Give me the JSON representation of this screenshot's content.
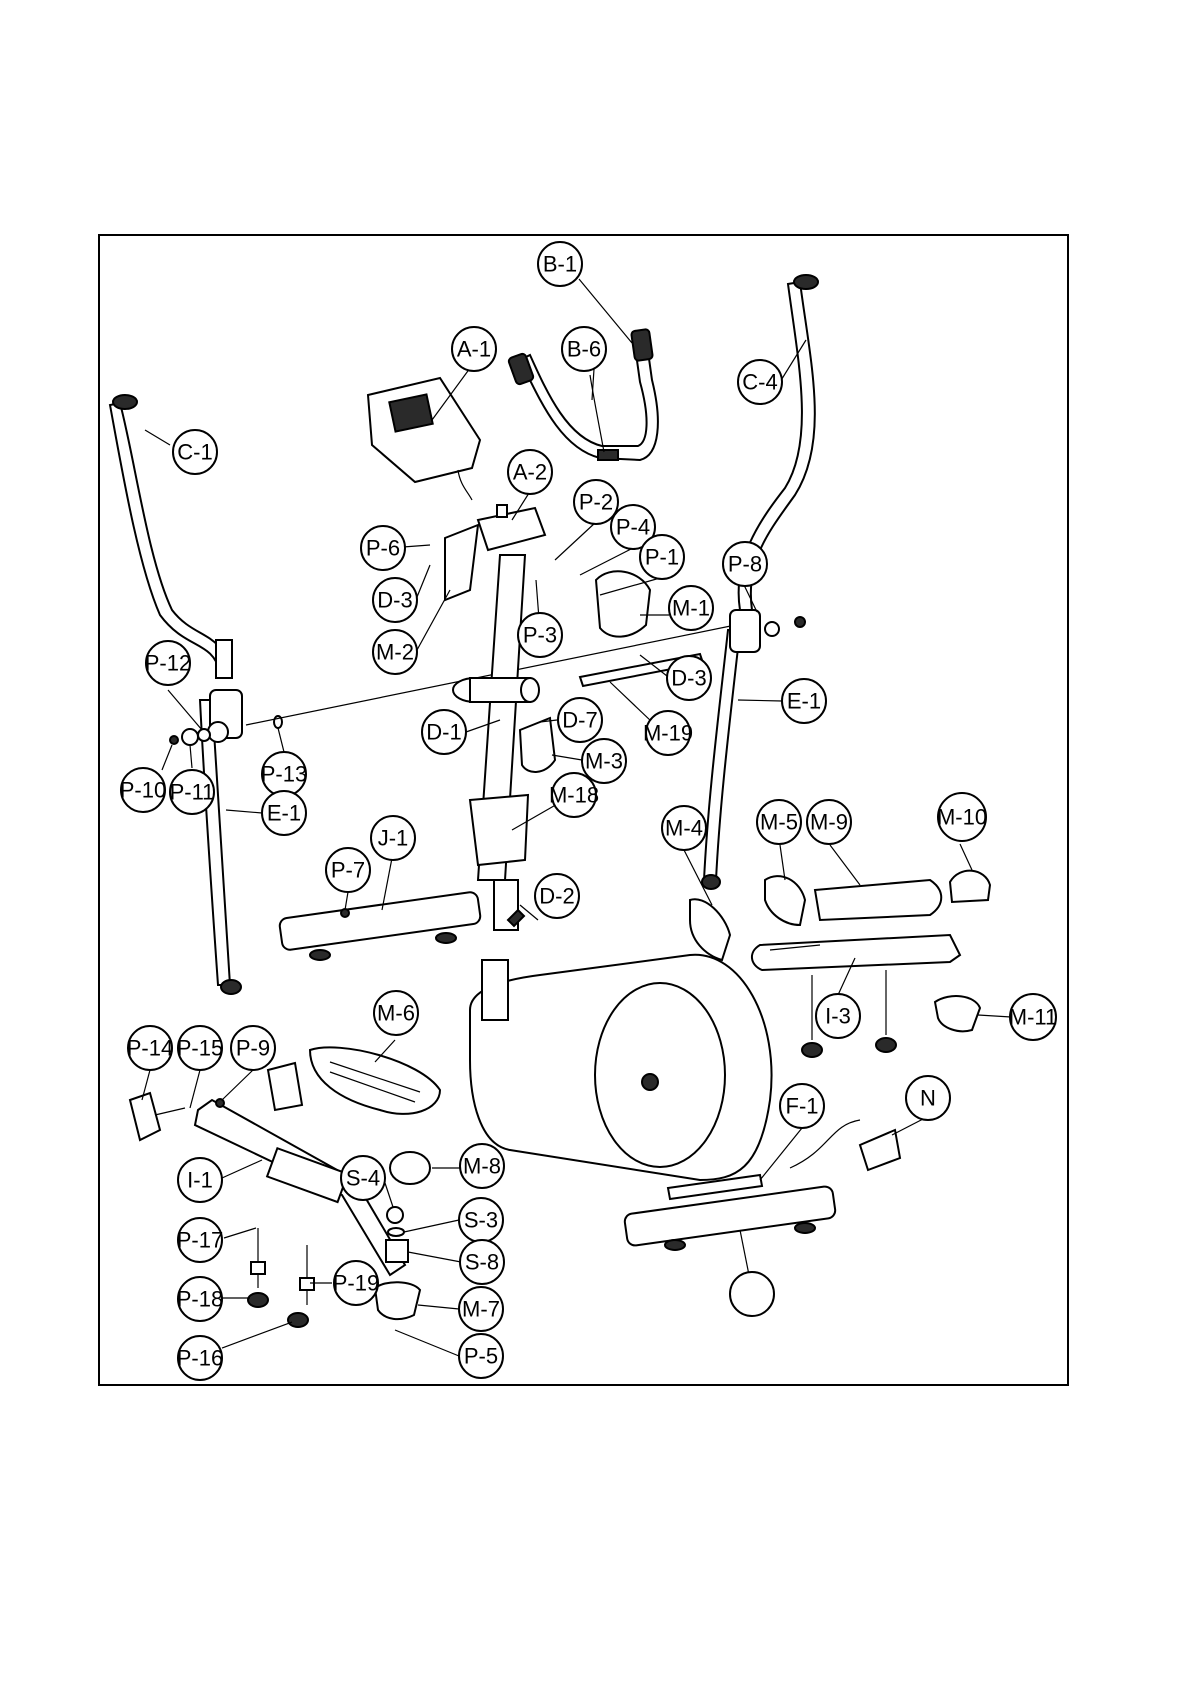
{
  "diagram": {
    "labels": {
      "a1": "A-1",
      "a2": "A-2",
      "b1": "B-1",
      "b6": "B-6",
      "c1": "C-1",
      "c4": "C-4",
      "d1": "D-1",
      "d2": "D-2",
      "d3a": "D-3",
      "d3b": "D-3",
      "d7": "D-7",
      "e1a": "E-1",
      "e1b": "E-1",
      "f1": "F-1",
      "i1": "I-1",
      "i3": "I-3",
      "j1": "J-1",
      "m1": "M-1",
      "m2": "M-2",
      "m3": "M-3",
      "m4": "M-4",
      "m5": "M-5",
      "m6": "M-6",
      "m7": "M-7",
      "m8": "M-8",
      "m9": "M-9",
      "m10": "M-10",
      "m11": "M-11",
      "m18": "M-18",
      "m19": "M-19",
      "n": "N",
      "p1": "P-1",
      "p2": "P-2",
      "p3": "P-3",
      "p4": "P-4",
      "p5": "P-5",
      "p6": "P-6",
      "p7": "P-7",
      "p8": "P-8",
      "p9": "P-9",
      "p10": "P-10",
      "p11": "P-11",
      "p12": "P-12",
      "p13": "P-13",
      "p14": "P-14",
      "p15": "P-15",
      "p16": "P-16",
      "p17": "P-17",
      "p18": "P-18",
      "p19": "P-19",
      "s3": "S-3",
      "s4": "S-4",
      "s8": "S-8",
      "blank": ""
    }
  }
}
